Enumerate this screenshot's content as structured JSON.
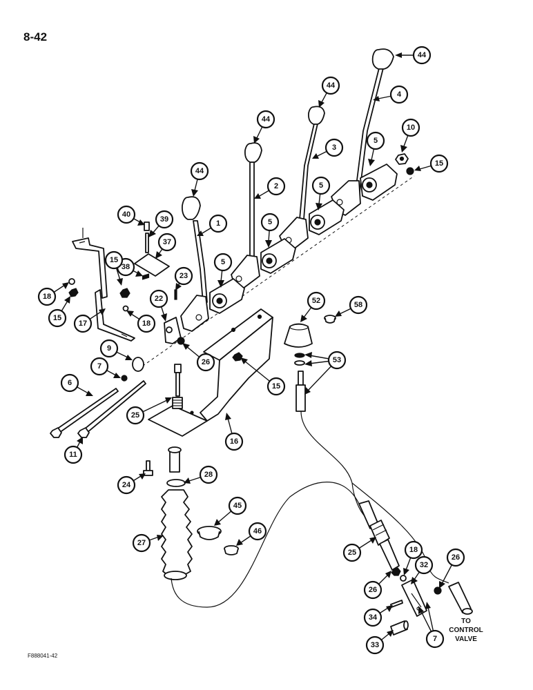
{
  "page_number": "8-42",
  "figure_code": "F888041-42",
  "note": {
    "line1": "TO",
    "line2": "CONTROL",
    "line3": "VALVE"
  },
  "callout_labels": [
    "44",
    "44",
    "44",
    "44",
    "4",
    "3",
    "2",
    "1",
    "5",
    "5",
    "5",
    "5",
    "5",
    "10",
    "15",
    "40",
    "39",
    "37",
    "38",
    "23",
    "22",
    "15",
    "18",
    "15",
    "18",
    "17",
    "9",
    "7",
    "26",
    "6",
    "25",
    "11",
    "52",
    "58",
    "53",
    "15",
    "16",
    "24",
    "28",
    "27",
    "45",
    "46",
    "25",
    "18",
    "32",
    "26",
    "26",
    "34",
    "33",
    "7"
  ]
}
